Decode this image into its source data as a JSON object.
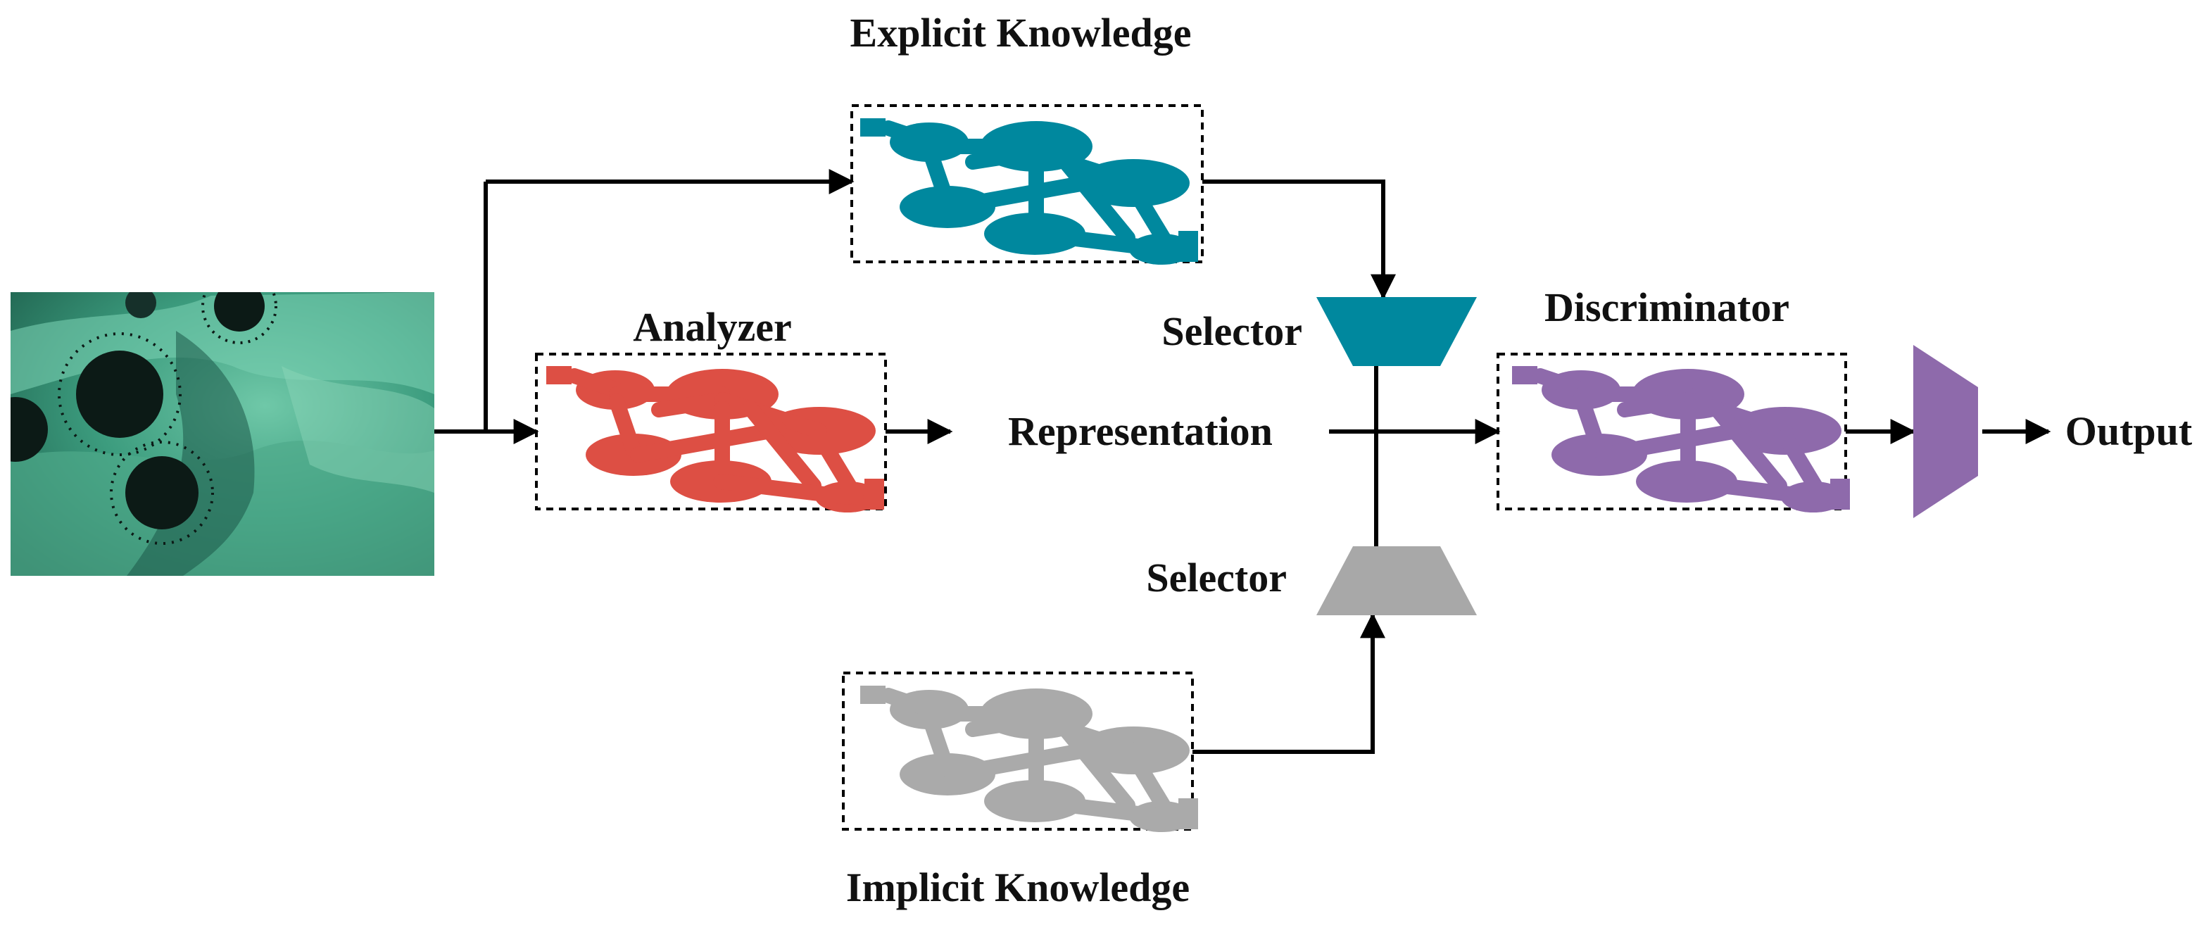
{
  "labels": {
    "explicit_knowledge": "Explicit Knowledge",
    "implicit_knowledge": "Implicit Knowledge",
    "analyzer": "Analyzer",
    "representation": "Representation",
    "selector_top": "Selector",
    "selector_bottom": "Selector",
    "discriminator": "Discriminator",
    "output": "Output"
  },
  "colors": {
    "explicit": "#00889e",
    "analyzer": "#dd4f44",
    "implicit": "#aaaaaa",
    "discriminator": "#8e6aab",
    "selector_top": "#00889e",
    "selector_bottom": "#a8a8a8",
    "output_block": "#8e6aab",
    "arrows": "#000000",
    "water": "#2f8f72"
  },
  "icons": {
    "input_image": "underwater-sea-urchin-photo",
    "network": "neural-network-graph-icon",
    "selector": "trapezoid-selector-icon",
    "output_block": "trapezoid-output-icon"
  }
}
